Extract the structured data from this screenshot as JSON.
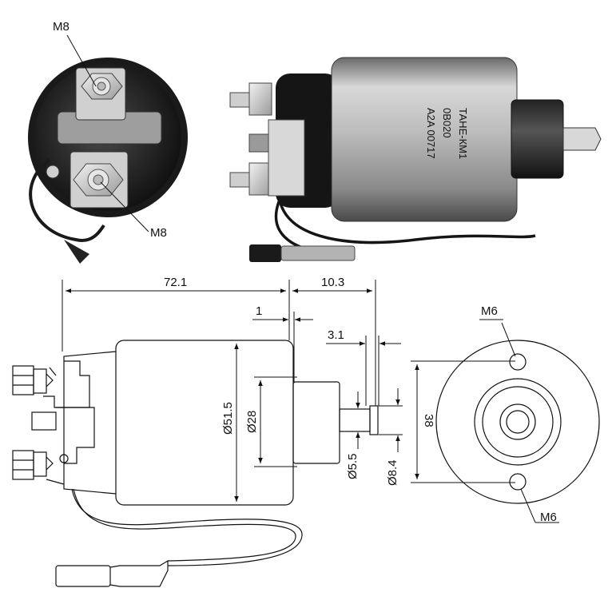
{
  "labels": {
    "photo_front_top_thread": "M8",
    "photo_front_bottom_thread": "M8",
    "end_view_top_thread": "M6",
    "end_view_bottom_thread": "M6",
    "housing_mark_line1": "ТАНЕ-КМ1",
    "housing_mark_line2": "0B020",
    "housing_mark_line3": "A2A 00717"
  },
  "dimensions": {
    "overall_length": "72.1",
    "plunger_extension": "10.3",
    "flange_gap": "1",
    "tip_length": "3.1",
    "body_diameter": "Ø51.5",
    "nose_diameter": "Ø28",
    "shaft_diameter": "Ø5.5",
    "tip_diameter": "Ø8.4",
    "mount_hole_spacing": "38"
  },
  "colors": {
    "line": "#111111",
    "body_light": "#c8c8c8",
    "body_dark": "#3a3a3a"
  }
}
